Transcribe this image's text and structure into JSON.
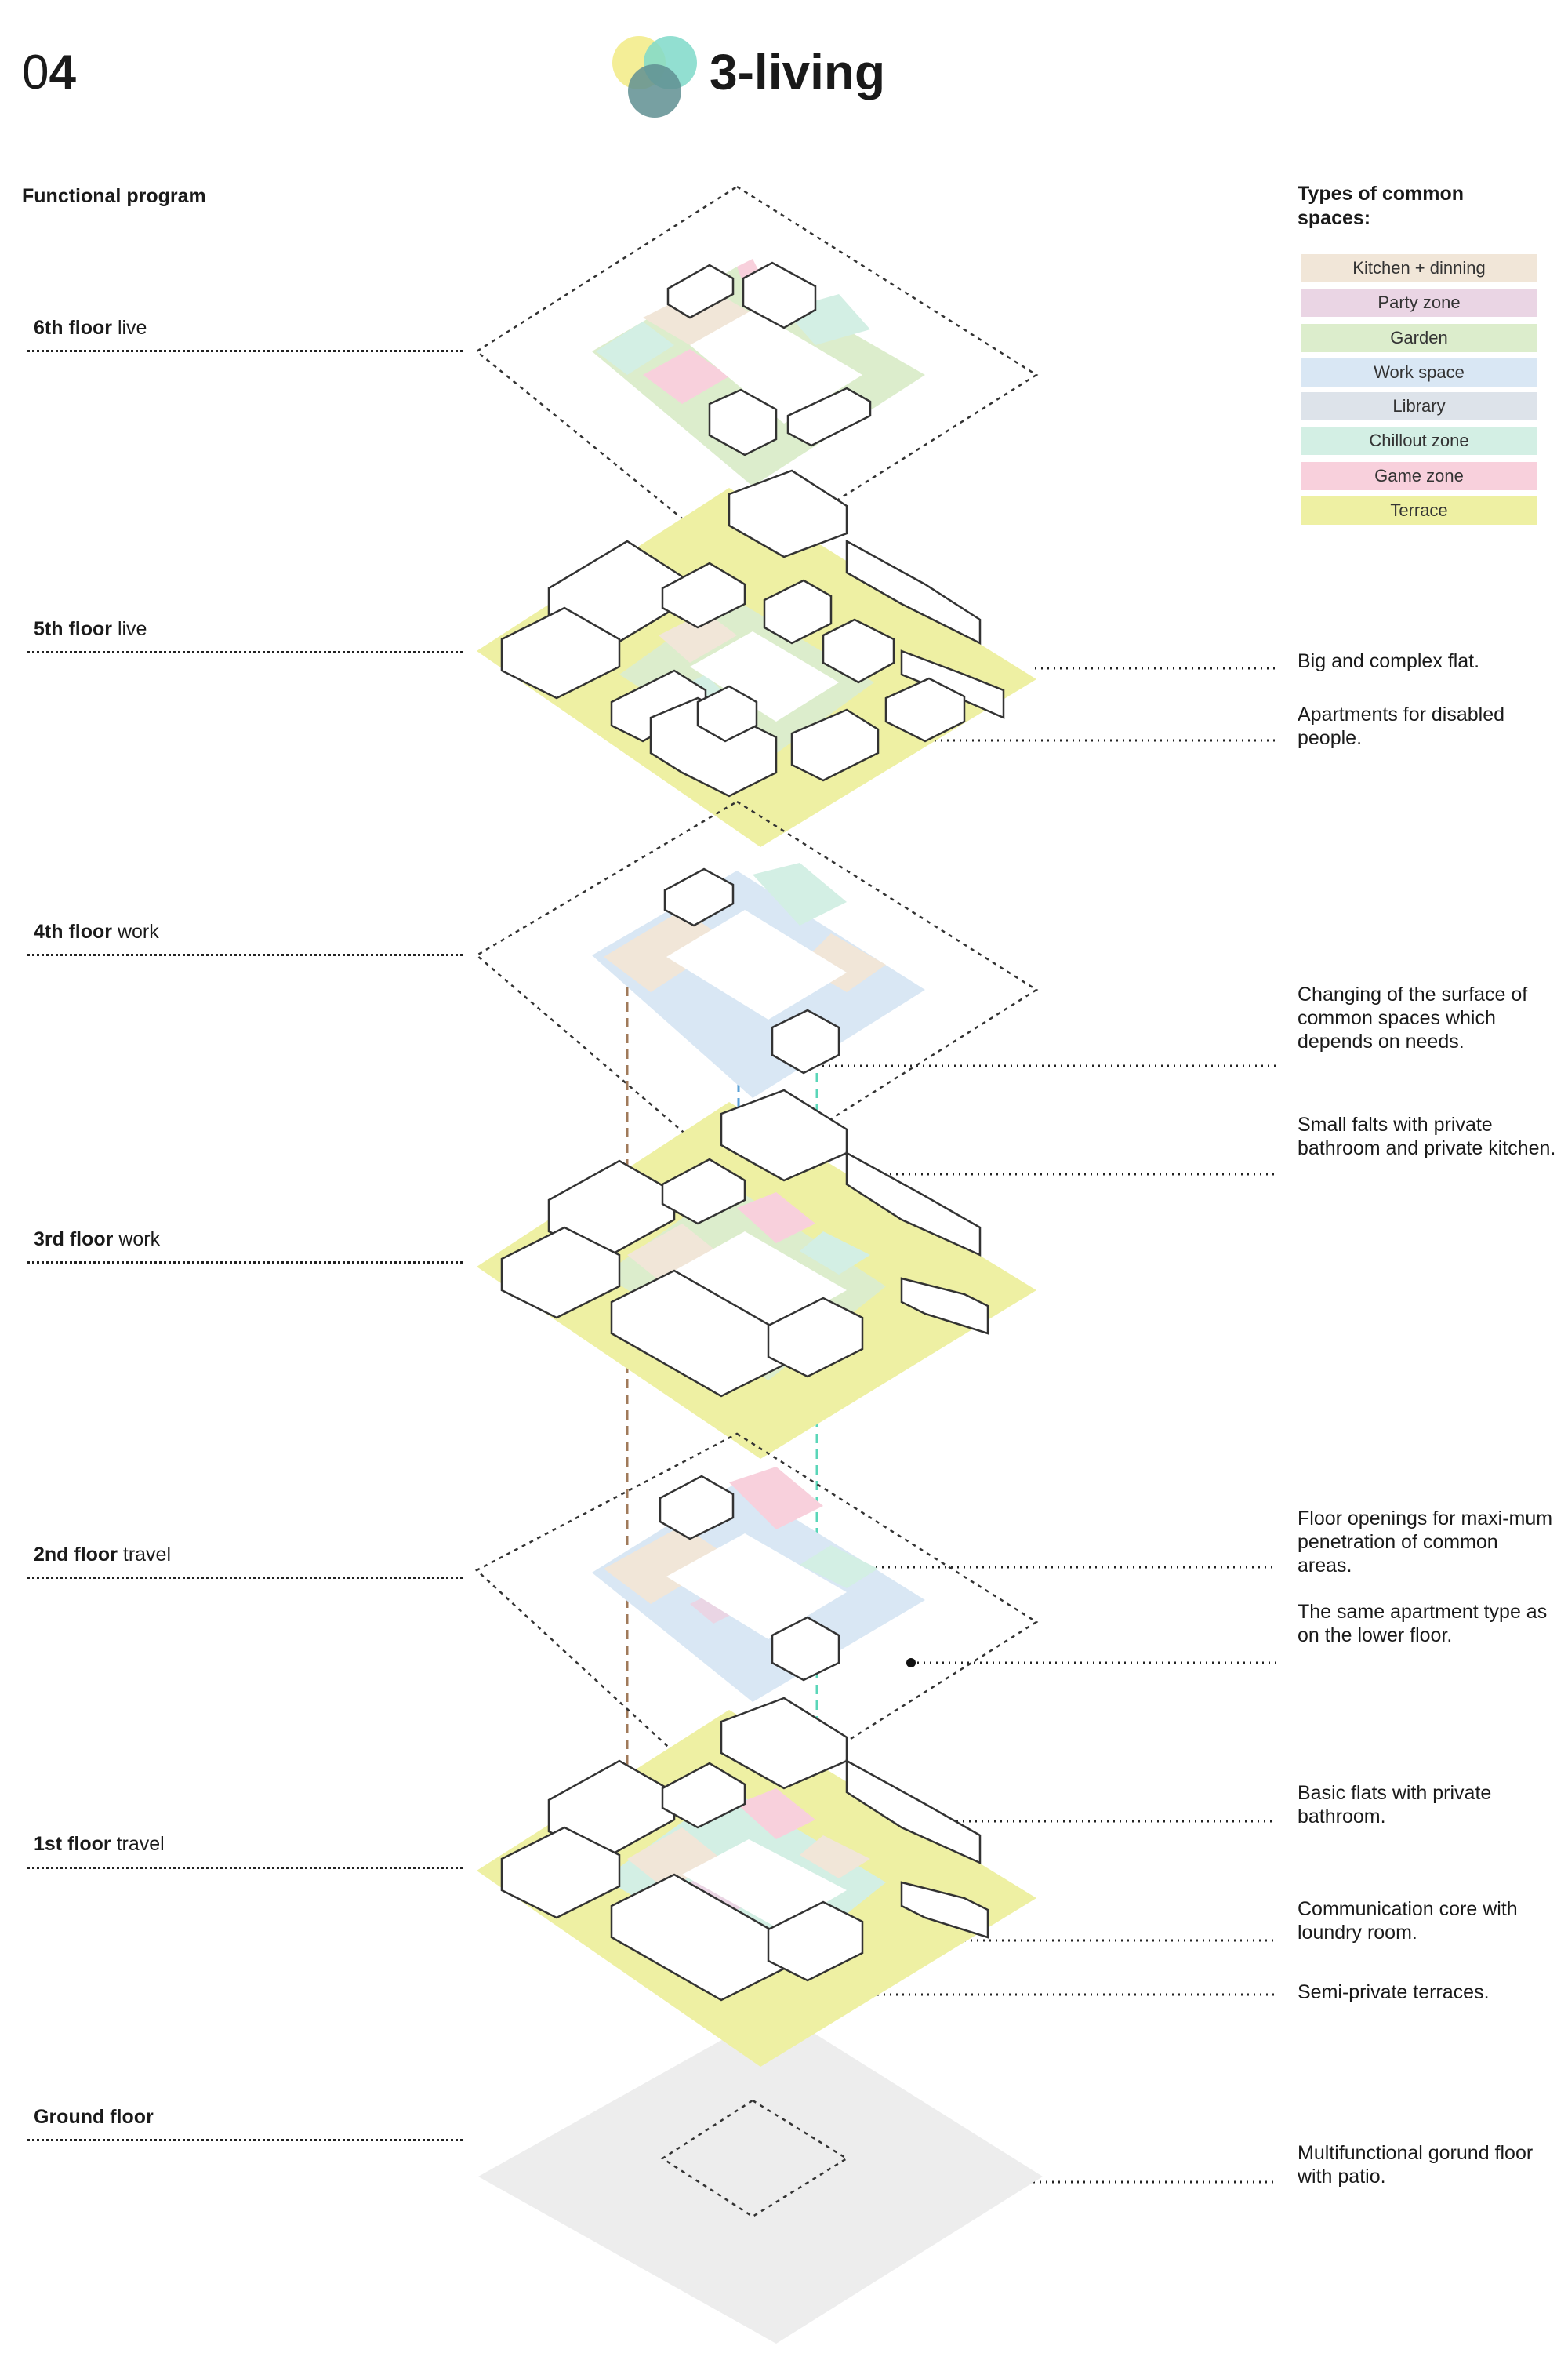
{
  "header": {
    "page_number_prefix": "0",
    "page_number_main": "4",
    "title": "3-living"
  },
  "program": {
    "heading": "Functional program",
    "floors": [
      {
        "bold": "6th floor",
        "rest": " live"
      },
      {
        "bold": "5th floor",
        "rest": " live"
      },
      {
        "bold": "4th floor",
        "rest": " work"
      },
      {
        "bold": "3rd floor",
        "rest": " work"
      },
      {
        "bold": "2nd floor",
        "rest": " travel"
      },
      {
        "bold": "1st floor",
        "rest": " travel"
      },
      {
        "bold": "Ground floor",
        "rest": ""
      }
    ]
  },
  "legend": {
    "title": "Types of common spaces:",
    "items": [
      {
        "label": "Kitchen + dinning",
        "color": "#f1e6d8"
      },
      {
        "label": "Party zone",
        "color": "#ead5e4"
      },
      {
        "label": "Garden",
        "color": "#dcedcc"
      },
      {
        "label": "Work space",
        "color": "#d9e7f4"
      },
      {
        "label": "Library",
        "color": "#dde3ea"
      },
      {
        "label": "Chillout zone",
        "color": "#d3efe4"
      },
      {
        "label": "Game zone",
        "color": "#f8d0dc"
      },
      {
        "label": "Terrace",
        "color": "#eef0a3"
      }
    ]
  },
  "notes": [
    "Big and complex flat.",
    "Apartments for disabled people.",
    "Changing of the surface of common spaces which depends on needs.",
    "Small falts with private bathroom and private kitchen.",
    "Floor openings for maxi-mum penetration of common areas.",
    "The same apartment type as on the lower floor.",
    "Basic flats with private bathroom.",
    "Communication core with loundry room.",
    "Semi-private terraces.",
    "Multifunctional gorund floor with patio."
  ],
  "colors": {
    "logo_yellow": "#f3ec8c",
    "logo_teal": "#7fd9c9",
    "logo_slate": "#5f8f92",
    "ground": "#ededed"
  }
}
